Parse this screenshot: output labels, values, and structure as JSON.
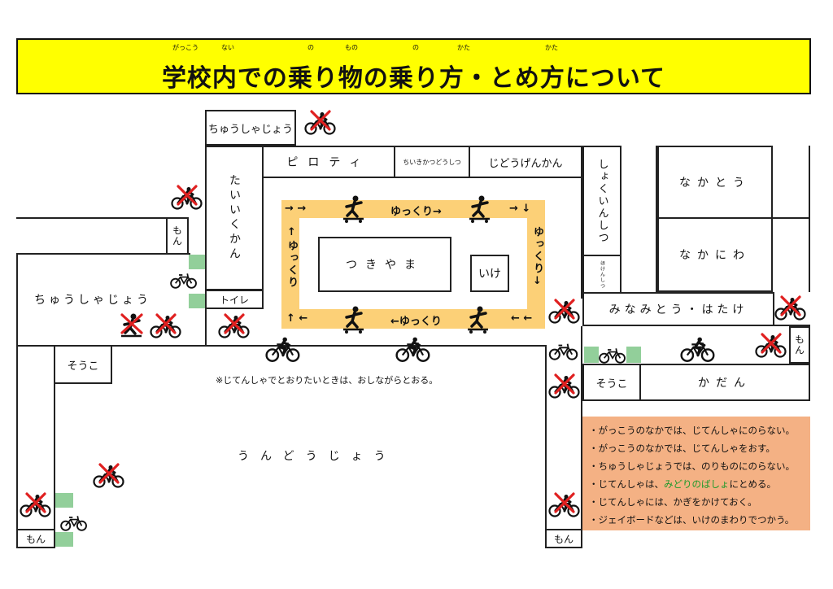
{
  "title": {
    "prefix": "学校内での乗り物の乗り方・とめ方について",
    "ruby": [
      "がっこう",
      "ない",
      "の",
      "もの",
      "の",
      "かた",
      "かた"
    ]
  },
  "buildings": {
    "parking_top": "ちゅうしゃじょう",
    "gym": "たいいくかん",
    "piloti": "ピロティ",
    "community_room": "ちいきかつどうしつ",
    "childrens_hall": "じどうげんかん",
    "staff_room": "しょくいんしつ",
    "health_room": "ほけんしつ",
    "naka_to": "なかとう",
    "nakaniwa": "なかにわ",
    "gate_left_upper": "もん",
    "parking_left": "ちゅうしゃじょう",
    "toilet": "トイレ",
    "tsukiyama": "つきやま",
    "pond": "いけ",
    "minamito": "みなみとう・はたけ",
    "gate_right": "もん",
    "storage_left": "そうこ",
    "storage_right": "そうこ",
    "kadan": "かだん",
    "playground": "うんどうじょう",
    "gate_bottom_left": "もん",
    "gate_bottom_right": "もん"
  },
  "loop_labels": {
    "top": "ゆっくり→",
    "right": "ゆっくり↓",
    "bottom": "←ゆっくり",
    "left": "↑ゆっくり",
    "arrow_tl": "→ →",
    "arrow_tr": "→ ↓",
    "arrow_bl": "↑ ←",
    "arrow_br": "← ←"
  },
  "note": "※じてんしゃでとおりたいときは、おしながらとおる。",
  "rules": {
    "line1": "・がっこうのなかでは、じてんしゃにのらない。",
    "line2": "・がっこうのなかでは、じてんしゃをおす。",
    "line3": "・ちゅうしゃじょうでは、のりものにのらない。",
    "line4_a": "・じてんしゃは、",
    "line4_hl": "みどりのばしょ",
    "line4_b": "にとめる。",
    "line5": "・じてんしゃには、かぎをかけておく。",
    "line6": "・ジェイボードなどは、いけのまわりでつかう。"
  },
  "colors": {
    "title_bg": "#ffff00",
    "path": "#fcd077",
    "parking_spot": "#92cf9a",
    "rules_bg": "#f4b184",
    "prohibited": "#e02020"
  }
}
